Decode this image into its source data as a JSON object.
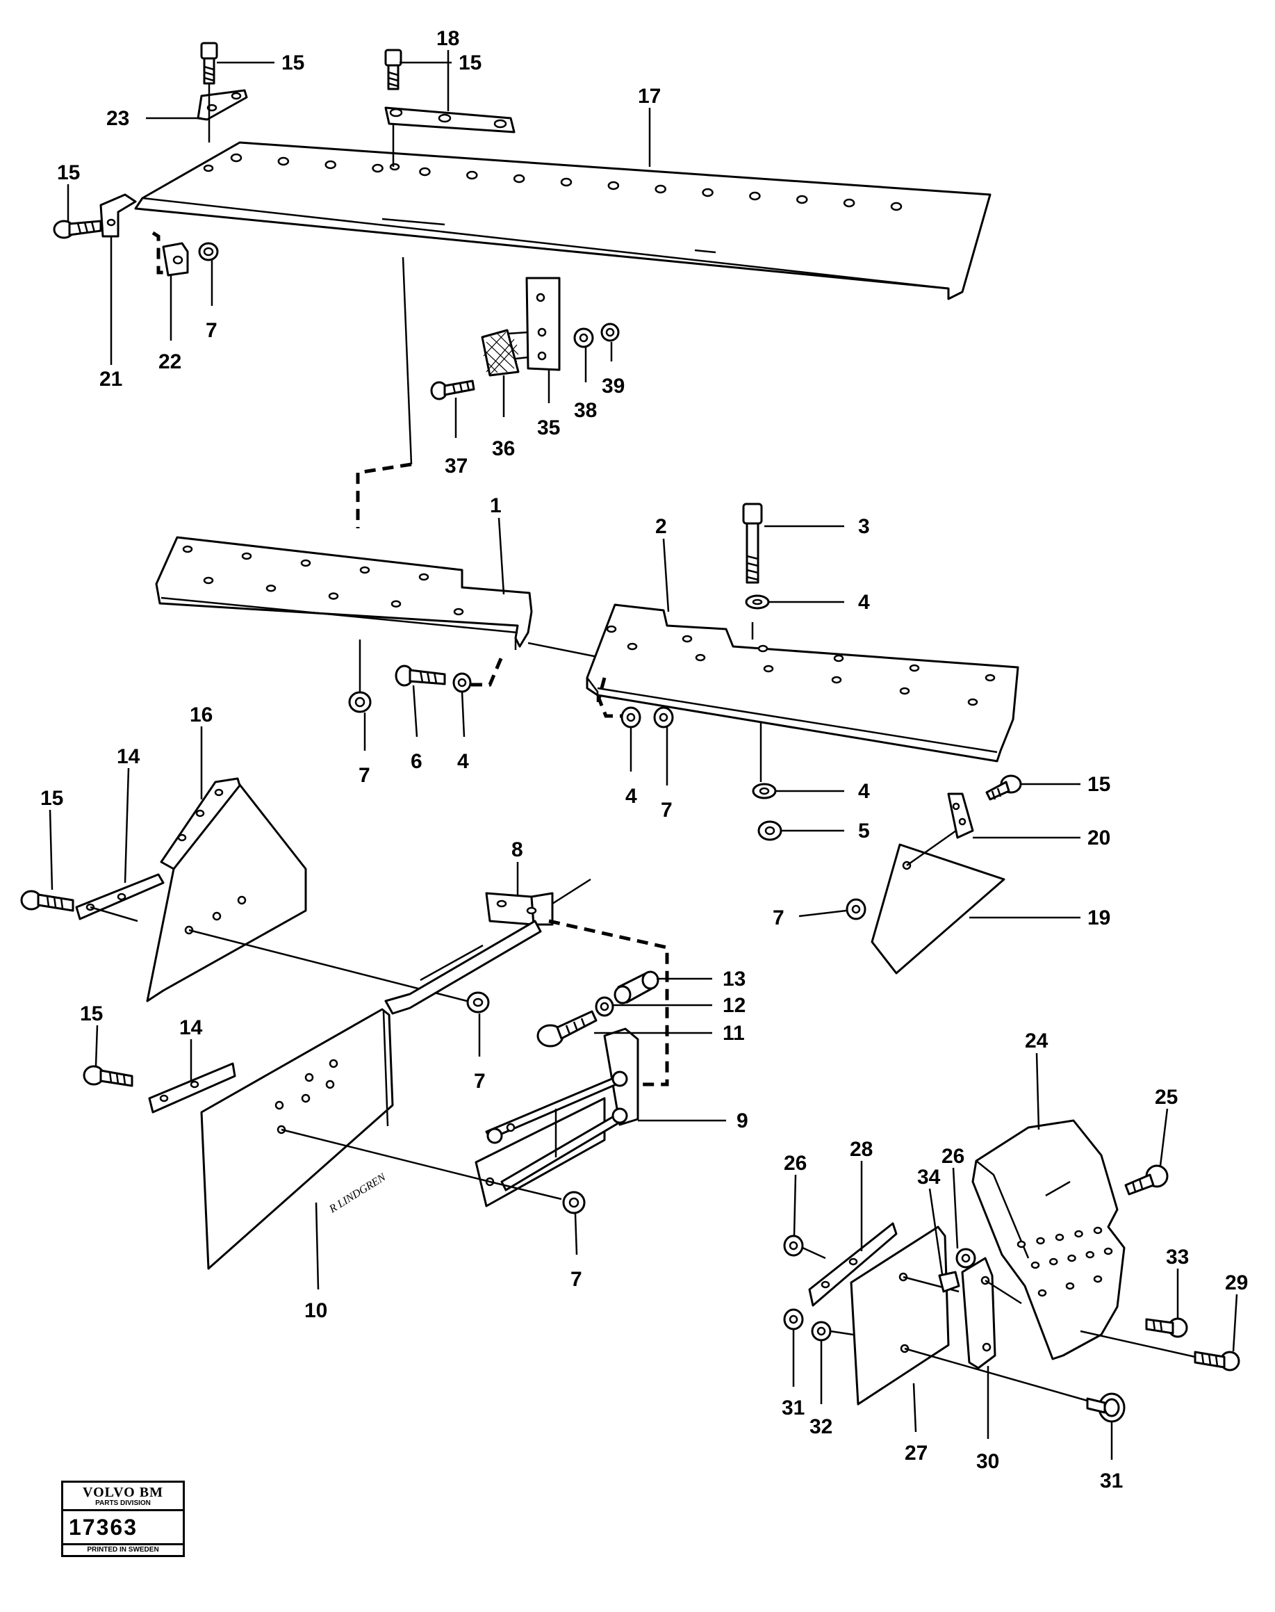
{
  "callouts": {
    "c1": "1",
    "c2": "2",
    "c3": "3",
    "c4": "4",
    "c5": "5",
    "c6": "6",
    "c7": "7",
    "c8": "8",
    "c9": "9",
    "c10": "10",
    "c11": "11",
    "c12": "12",
    "c13": "13",
    "c14": "14",
    "c15": "15",
    "c16": "16",
    "c17": "17",
    "c18": "18",
    "c19": "19",
    "c20": "20",
    "c21": "21",
    "c22": "22",
    "c23": "23",
    "c24": "24",
    "c25": "25",
    "c26": "26",
    "c27": "27",
    "c28": "28",
    "c29": "29",
    "c30": "30",
    "c31": "31",
    "c32": "32",
    "c33": "33",
    "c34": "34",
    "c35": "35",
    "c36": "36",
    "c37": "37",
    "c38": "38",
    "c39": "39"
  },
  "signature": "R LINDGREN",
  "stamp": {
    "brand": "VOLVO BM",
    "division": "PARTS DIVISION",
    "drawing_number": "17363",
    "printed": "PRINTED IN SWEDEN"
  }
}
